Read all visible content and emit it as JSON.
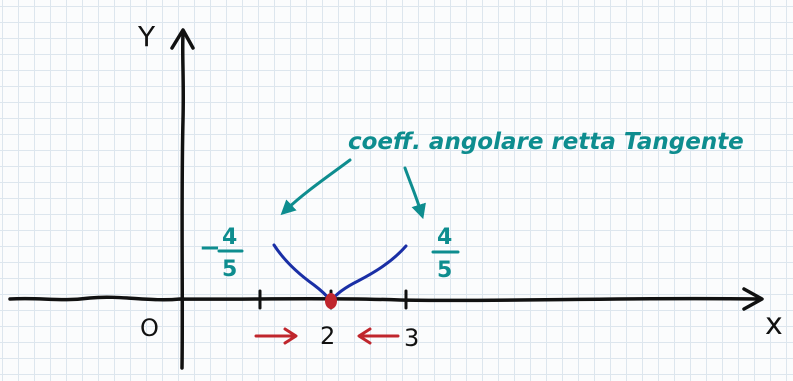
{
  "labels": {
    "y_axis": "Y",
    "x_axis": "x",
    "origin": "O",
    "tick_2": "2",
    "tick_3": "3",
    "annotation": "coeff. angolare retta Tangente",
    "left_slope_sign": "−",
    "left_slope_num": "4",
    "left_slope_den": "5",
    "right_slope_num": "4",
    "right_slope_den": "5"
  },
  "colors": {
    "ink": "#111111",
    "teal": "#0e8d8f",
    "curve": "#1a2fa6",
    "red": "#c0262d"
  }
}
